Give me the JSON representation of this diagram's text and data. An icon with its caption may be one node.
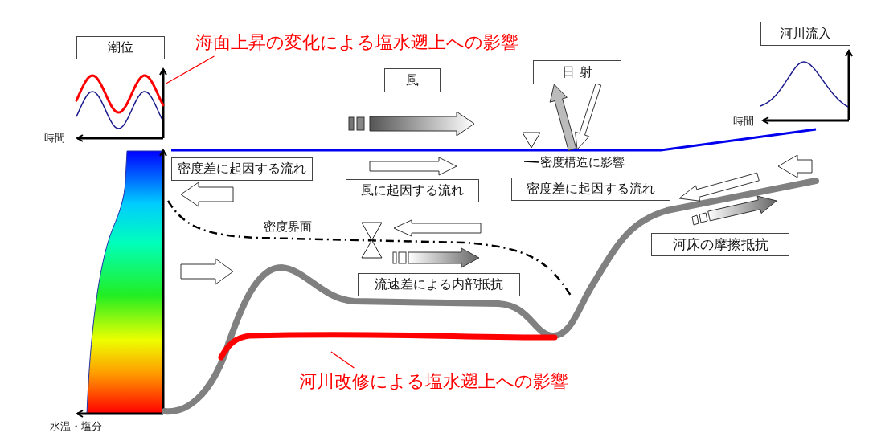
{
  "diagram": {
    "nodes": [
      {
        "text": [
          "潮位"
        ]
      },
      {
        "text": [
          "海面上昇の変化による塩水遡上への影響"
        ]
      },
      {
        "text": [],
        "shape": "curve"
      },
      {
        "text": [
          "風"
        ]
      },
      {
        "text": [
          "日 射"
        ]
      },
      {
        "text": [
          "河川流入"
        ]
      },
      {
        "text": [
          "密度差に起因する流れ"
        ]
      },
      {
        "text": [
          "風に起因する流れ"
        ]
      },
      {
        "text": [
          "密度構造に影響"
        ]
      },
      {
        "text": [
          "密度差に起因する流れ"
        ]
      },
      {
        "text": [
          "流速差による内部抵抗"
        ]
      },
      {
        "text": [
          "河床の摩擦抵抗"
        ]
      },
      {
        "text": [
          "河川改修による塩水遡上への影響"
        ]
      },
      {
        "text": [],
        "shape": "curve"
      }
    ],
    "edges": [
      {
        "from": 1,
        "to": 2,
        "arrow": "none",
        "color": "#ff0000"
      },
      {
        "from": 12,
        "to": 13,
        "arrow": "none",
        "color": "#ff0000"
      },
      {
        "from": 8,
        "to": null,
        "arrow": "none",
        "color": "#000000"
      },
      {
        "from": 4,
        "to": null,
        "arrow": "to",
        "style": "thick"
      },
      {
        "from": null,
        "to": 4,
        "arrow": "to",
        "style": "thick"
      }
    ],
    "labels": [
      "時間",
      "時間",
      "密度界面",
      "水温・塩分"
    ]
  }
}
